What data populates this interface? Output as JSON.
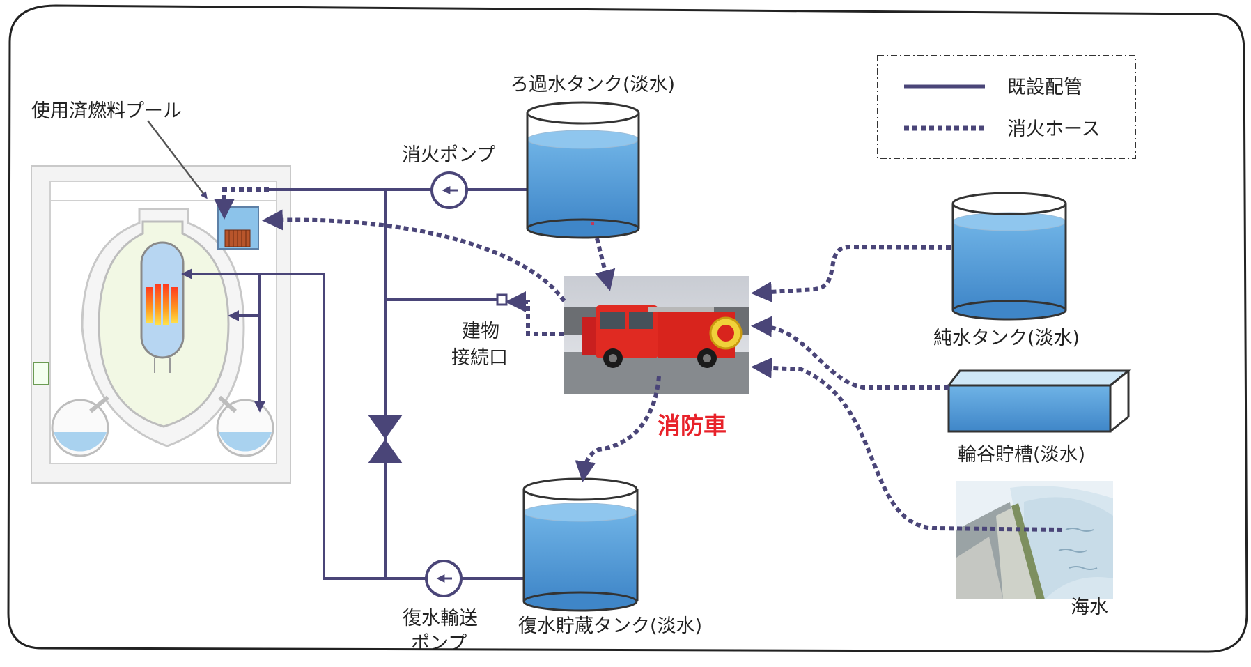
{
  "labels": {
    "spent_fuel_pool": "使用済燃料プール",
    "filtered_water_tank": "ろ過水タンク(淡水)",
    "fire_pump": "消火ポンプ",
    "building_connection_line1": "建物",
    "building_connection_line2": "接続口",
    "fire_truck": "消防車",
    "pure_water_tank": "純水タンク(淡水)",
    "ring_trough": "輪谷貯槽(淡水)",
    "seawater": "海水",
    "condensate_storage_tank": "復水貯蔵タンク(淡水)",
    "condensate_pump_line1": "復水輸送",
    "condensate_pump_line2": "ポンプ"
  },
  "legend": {
    "existing_piping": "既設配管",
    "fire_hose": "消火ホース"
  },
  "colors": {
    "pipe": "#4a4578",
    "hose": "#4a4578",
    "water": "#4f97d6",
    "fire_truck_label": "#e8222a",
    "frame": "#222222"
  }
}
